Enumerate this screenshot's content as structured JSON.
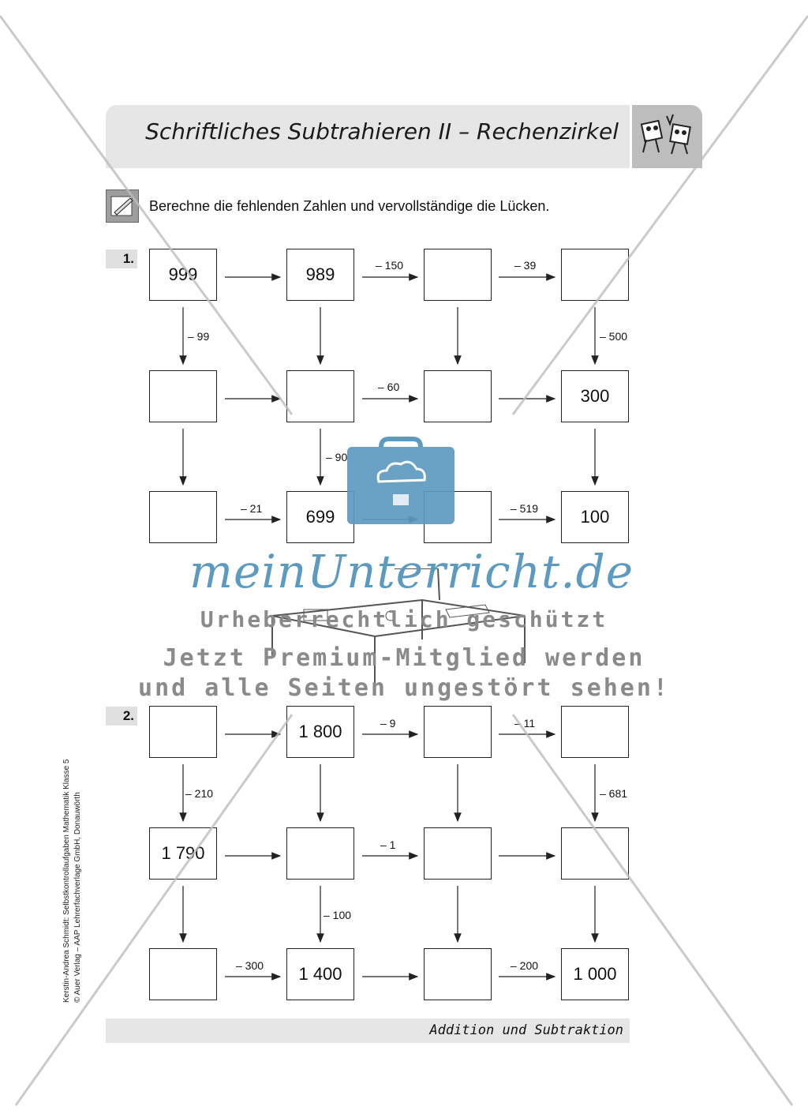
{
  "header": {
    "title": "Schriftliches Subtrahieren II – Rechenzirkel"
  },
  "instruction": "Berechne die fehlenden Zahlen und vervollständige die Lücken.",
  "task1": {
    "number": "1.",
    "boxes": [
      "999",
      "989",
      "",
      "",
      "",
      "",
      "",
      "300",
      "",
      "699",
      "",
      "100"
    ],
    "labels": [
      "– 150",
      "– 39",
      "– 99",
      "– 500",
      "– 60",
      "– 90",
      "– 21",
      "– 519"
    ]
  },
  "task2": {
    "number": "2.",
    "boxes": [
      "",
      "1 800",
      "",
      "",
      "1 790",
      "",
      "",
      "",
      "",
      "1 400",
      "",
      "1 000"
    ],
    "labels": [
      "– 9",
      "– 11",
      "– 210",
      "– 681",
      "– 1",
      "– 100",
      "– 300",
      "– 200"
    ]
  },
  "watermark": {
    "brand": "meinUnterricht.de",
    "line1": "Urheberrechtlich geschützt",
    "line2": "Jetzt Premium-Mitglied werden",
    "line3": "und alle Seiten ungestört sehen!"
  },
  "footer": {
    "section": "Addition und Subtraktion"
  },
  "credits": {
    "line1": "Kerstin-Andrea Schmidt: Selbstkontrollaufgaben Mathematik Klasse 5",
    "line2": "© Auer Verlag – AAP Lehrerfachverlage GmbH, Donauwörth"
  },
  "colors": {
    "watermark_blue": "#5c9ac0",
    "header_gray": "#e6e6e6"
  },
  "icons": [
    "pencil-icon",
    "robot-mascot-icon",
    "briefcase-cloud-icon",
    "school-desk-icon"
  ]
}
